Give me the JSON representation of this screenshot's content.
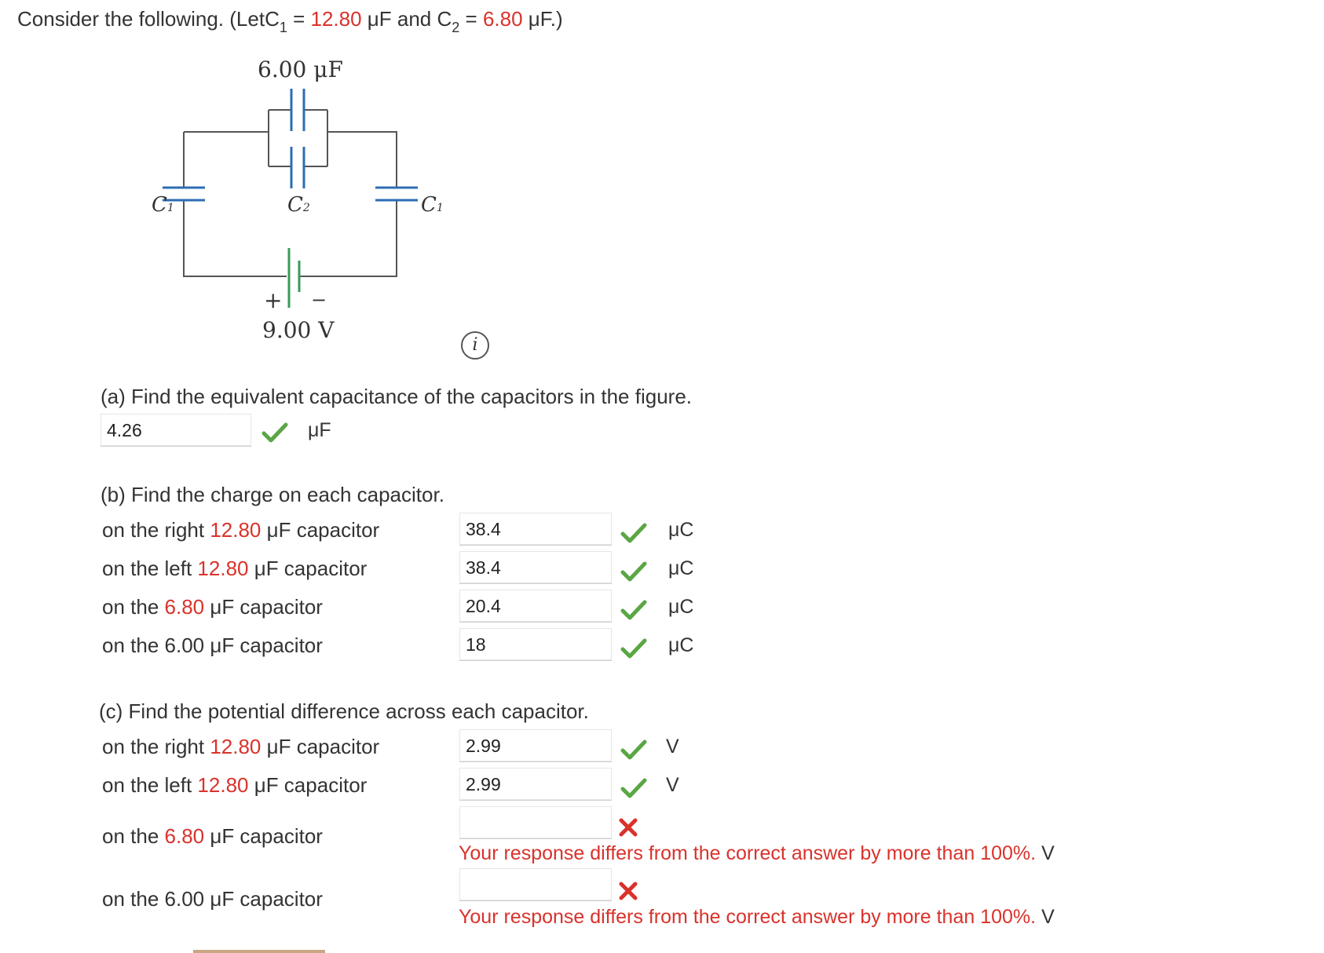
{
  "header": {
    "prefix": "Consider the following. (Let",
    "c1_letter": "C",
    "c1_sub": "1",
    "eq1": " = ",
    "c1_value": "12.80",
    "unit1": " μF and ",
    "c2_letter": "C",
    "c2_sub": "2",
    "eq2": " = ",
    "c2_value": "6.80",
    "unit2": " μF.)"
  },
  "figure": {
    "top_cap_label": "6.00 μF",
    "left_cap_label": "C",
    "left_cap_sub": "1",
    "mid_cap_label": "C",
    "mid_cap_sub": "2",
    "right_cap_label": "C",
    "right_cap_sub": "1",
    "battery_plus": "+",
    "battery_minus": "−",
    "battery_label": "9.00 V",
    "info_icon_glyph": "i"
  },
  "colors": {
    "accent_red": "#d9322b",
    "check_green": "#5aa644",
    "wire_blue": "#2e6db4",
    "battery_green": "#3a9a5a"
  },
  "part_a": {
    "question": "(a) Find the equivalent capacitance of the capacitors in the figure.",
    "answer": "4.26",
    "unit": "μF"
  },
  "part_b": {
    "question": "(b) Find the charge on each capacitor.",
    "rows": [
      {
        "pre": "on the right ",
        "val": "12.80",
        "post": " μF capacitor",
        "answer": "38.4",
        "unit": "μC"
      },
      {
        "pre": "on the left ",
        "val": "12.80",
        "post": " μF capacitor",
        "answer": "38.4",
        "unit": "μC"
      },
      {
        "pre": "on the ",
        "val": "6.80",
        "post": " μF capacitor",
        "answer": "20.4",
        "unit": "μC"
      },
      {
        "pre": "on the 6.00 μF capacitor",
        "val": "",
        "post": "",
        "answer": "18",
        "unit": "μC"
      }
    ]
  },
  "part_c": {
    "question": "(c) Find the potential difference across each capacitor.",
    "rows": [
      {
        "pre": "on the right ",
        "val": "12.80",
        "post": " μF capacitor",
        "answer": "2.99",
        "unit": "V"
      },
      {
        "pre": "on the left ",
        "val": "12.80",
        "post": " μF capacitor",
        "answer": "2.99",
        "unit": "V"
      },
      {
        "pre": "on the ",
        "val": "6.80",
        "post": " μF capacitor",
        "answer": "",
        "error": "Your response differs from the correct answer by more than 100%.",
        "unit": "V"
      },
      {
        "pre": "on the 6.00 μF capacitor",
        "val": "",
        "post": "",
        "answer": "",
        "error": "Your response differs from the correct answer by more than 100%.",
        "unit": "V"
      }
    ]
  }
}
